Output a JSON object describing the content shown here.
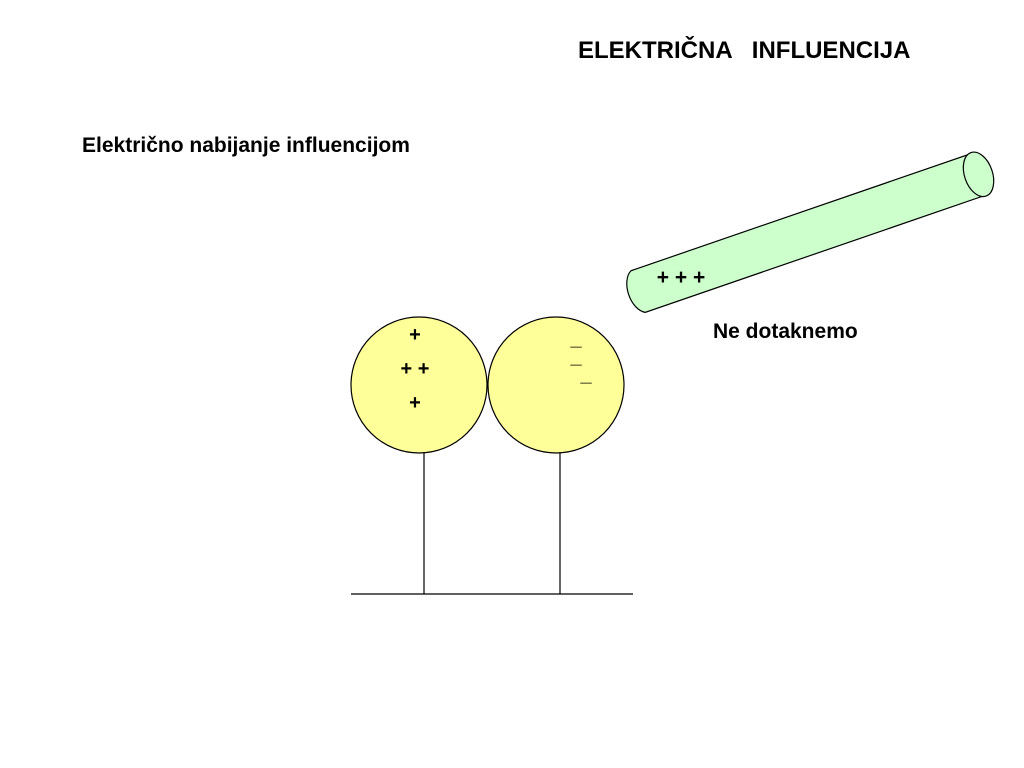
{
  "title": "ELEKTRIČNA   INFLUENCIJA",
  "subtitle": "Električno nabijanje influencijom",
  "note": "Ne dotaknemo",
  "rod": {
    "charges": "+ + +",
    "fill_color": "#CCFFCC",
    "stroke_color": "#000000"
  },
  "left_sphere": {
    "charge_rows": [
      "+",
      "+ +",
      "+"
    ],
    "fill_color": "#FFFF99"
  },
  "right_sphere": {
    "charge_rows": [
      "_",
      "_",
      "_"
    ],
    "fill_color": "#FFFF99"
  }
}
